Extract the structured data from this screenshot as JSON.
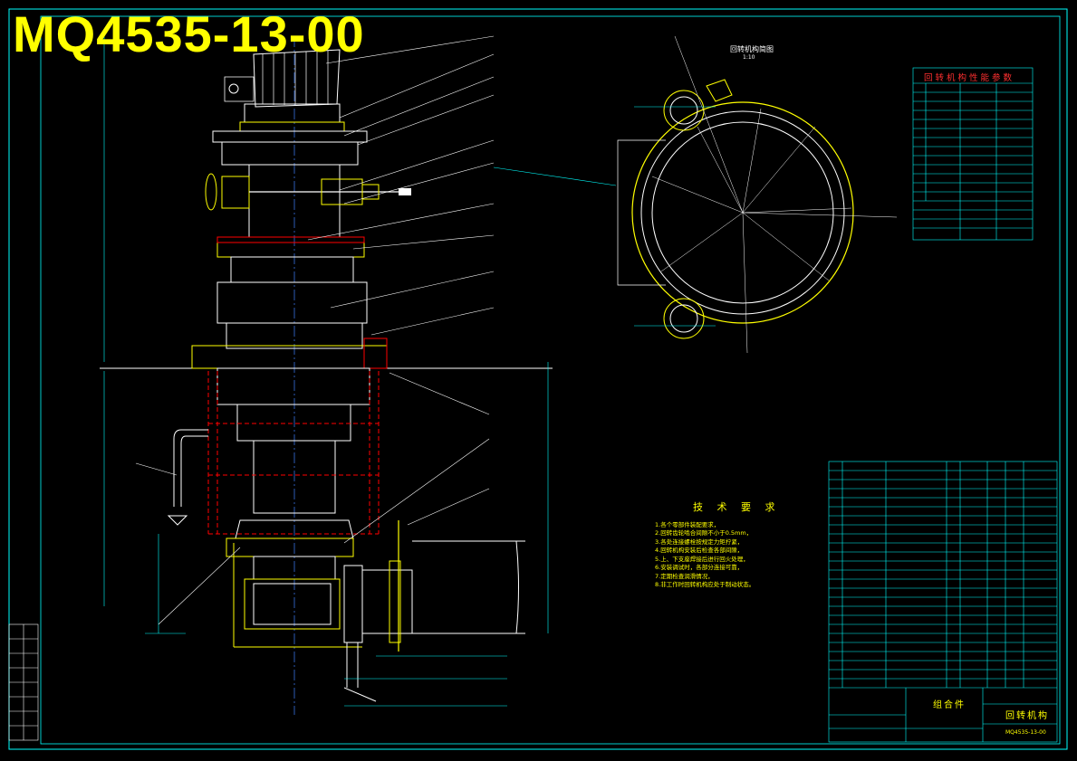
{
  "drawing": {
    "number": "MQ4535-13-00",
    "tech_requirements_heading": "技 术 要 求",
    "tech_requirements": [
      "1.各个零部件装配要求，",
      "2.回转齿轮啮合间隙不小于0.5mm，",
      "3.各处连接螺栓按规定力矩拧紧，",
      "4.回转机构安装后检查各部间隙，",
      "5.上、下支座焊接后进行回火处理，",
      "6.安装调试时，各部分连接可靠，",
      "7.定期检查润滑情况，",
      "8.非工作时回转机构应处于制动状态。"
    ],
    "params_table_title": "回转机构性能参数",
    "slewing_view_label": "回转机构简图",
    "slewing_view_scale": "1:10",
    "title_block": {
      "assembly_label": "组合件",
      "drawing_name": "回转机构",
      "drawing_code": "MQ4535-13-00"
    }
  },
  "colors": {
    "background": "#000000",
    "outline": "#00ffff",
    "part": "#ffffff",
    "accent": "#ffff00",
    "section": "#ff0000",
    "hidden": "#ff00ff"
  }
}
